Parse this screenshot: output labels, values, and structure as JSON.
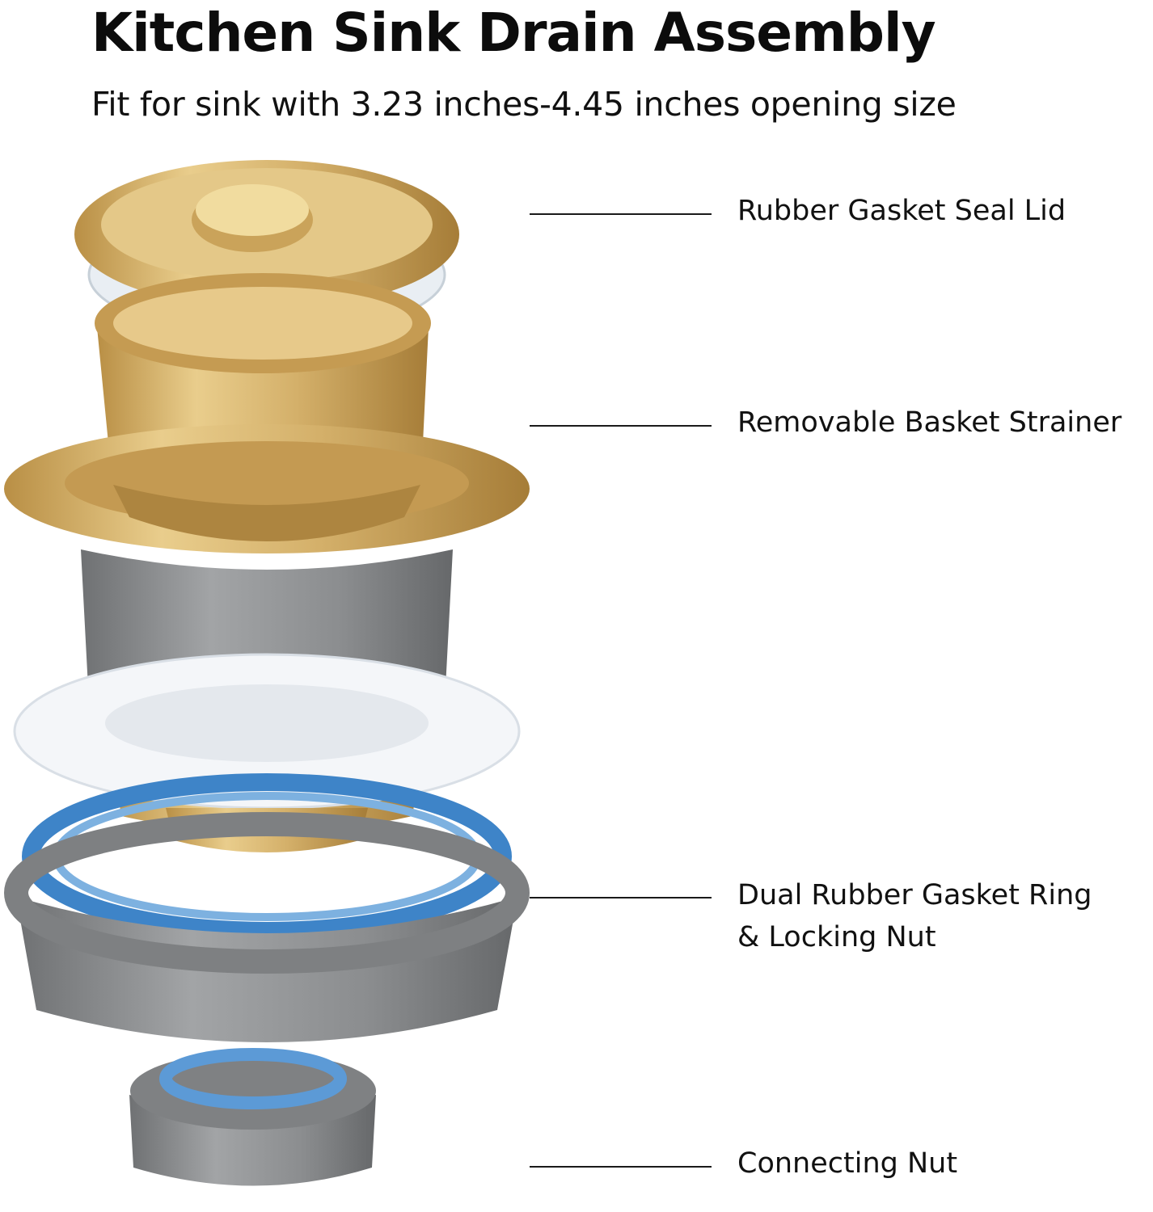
{
  "header": {
    "title": "Kitchen Sink Drain Assembly",
    "subtitle": "Fit for sink with 3.23 inches-4.45 inches opening size"
  },
  "parts": [
    {
      "id": "lid",
      "label_lines": [
        "Rubber Gasket Seal Lid"
      ]
    },
    {
      "id": "strainer",
      "label_lines": [
        "Removable Basket Strainer"
      ]
    },
    {
      "id": "gasket-ring",
      "label_lines": [
        "Dual Rubber Gasket Ring",
        "& Locking Nut"
      ]
    },
    {
      "id": "connecting-nut",
      "label_lines": [
        "Connecting Nut"
      ]
    }
  ],
  "colors": {
    "brass": "#d8b56a",
    "brass_dark": "#a9823c",
    "gray_plastic": "#8d8f91",
    "blue_gasket": "#4f8fcf",
    "white_gasket": "#f2f4f7"
  }
}
